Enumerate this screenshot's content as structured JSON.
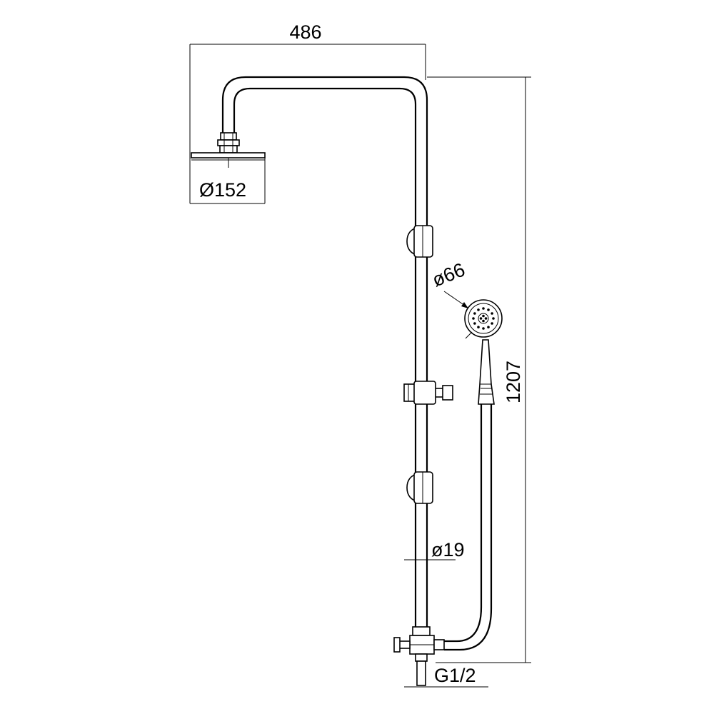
{
  "dimensions": {
    "overall_width": "486",
    "overall_height": "1207",
    "head_diameter": "Ø152",
    "hand_shower_diameter": "ø66",
    "pipe_diameter": "ø19",
    "inlet_thread": "G1/2"
  },
  "colors": {
    "line": "#000000",
    "background": "#ffffff"
  }
}
